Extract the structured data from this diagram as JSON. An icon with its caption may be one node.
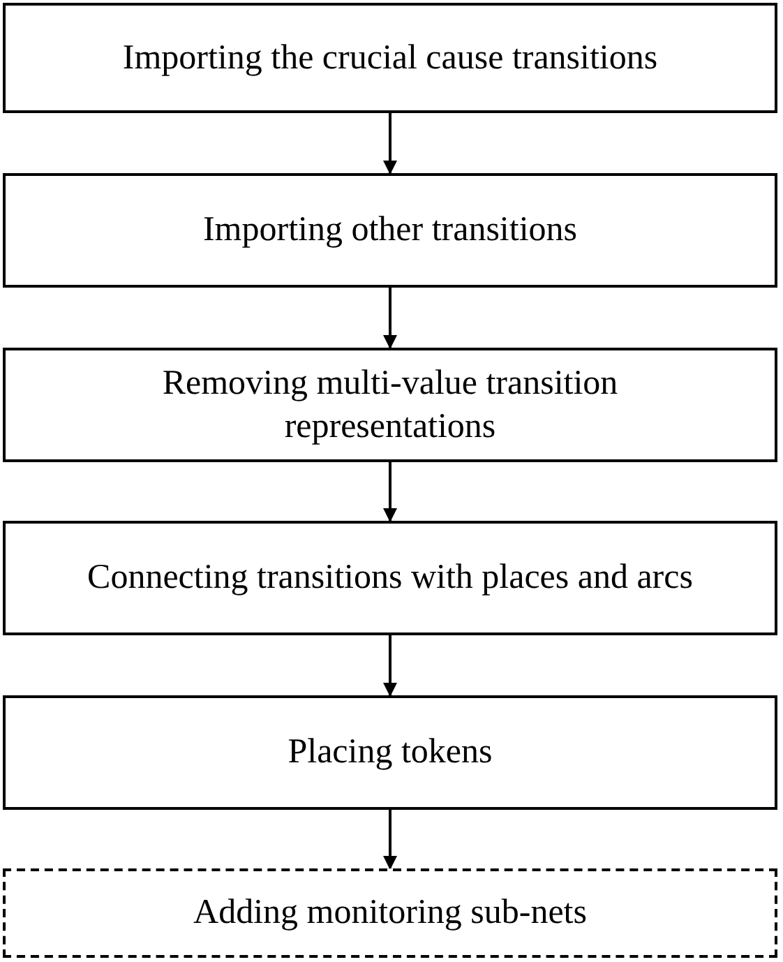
{
  "diagram": {
    "nodes": [
      {
        "text": [
          "Importing the crucial cause transitions"
        ]
      },
      {
        "text": [
          "Importing other transitions"
        ]
      },
      {
        "text": [
          "Removing multi-value transition representations"
        ]
      },
      {
        "text": [
          "Connecting transitions with places and arcs"
        ]
      },
      {
        "text": [
          "Placing tokens"
        ]
      },
      {
        "text": [
          "Adding monitoring sub-nets"
        ]
      }
    ],
    "edges": [
      {
        "from": 0,
        "to": 1,
        "arrow": "to"
      },
      {
        "from": 1,
        "to": 2,
        "arrow": "to"
      },
      {
        "from": 2,
        "to": 3,
        "arrow": "to"
      },
      {
        "from": 3,
        "to": 4,
        "arrow": "to"
      },
      {
        "from": 4,
        "to": 5,
        "arrow": "to"
      }
    ]
  }
}
